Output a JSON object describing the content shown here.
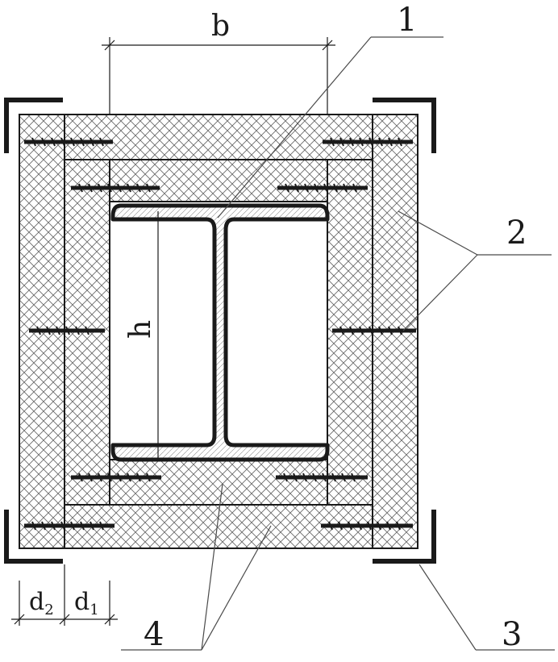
{
  "diagram": {
    "callouts": {
      "c1": "1",
      "c2": "2",
      "c3": "3",
      "c4": "4"
    },
    "dimensions": {
      "b": "b",
      "h": "h",
      "d1": "d",
      "d1_sub": "1",
      "d2": "d",
      "d2_sub": "2"
    },
    "colors": {
      "line": "#1a1a1a",
      "hatch": "#555555",
      "background": "#ffffff"
    }
  }
}
